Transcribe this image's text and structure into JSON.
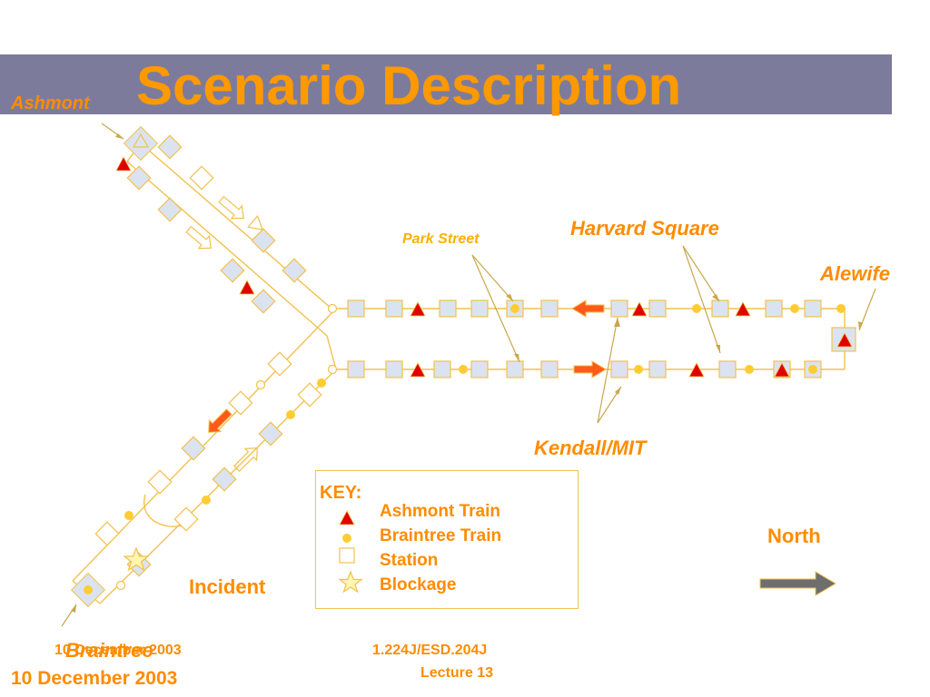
{
  "slide": {
    "title": "Scenario Description",
    "lecture_date": "10 December 2003",
    "course": "1.224J/ESD.204J",
    "lecture": "Lecture 13"
  },
  "labels": {
    "ashmont": "Ashmont",
    "braintree": "Braintree",
    "park_street": "Park Street",
    "harvard_square": "Harvard Square",
    "alewife": "Alewife",
    "kendall_mit": "Kendall/MIT",
    "incident": "Incident",
    "north": "North"
  },
  "key": {
    "title": "KEY:",
    "items": [
      {
        "label": "Ashmont Train",
        "icon": "red-triangle-icon"
      },
      {
        "label": "Braintree Train",
        "icon": "yellow-dot-icon"
      },
      {
        "label": "Station",
        "icon": "station-square-icon"
      },
      {
        "label": "Blockage",
        "icon": "star-icon"
      }
    ]
  },
  "colors": {
    "title_band": "#7d7b9c",
    "title_text": "#ff9900",
    "track": "#f2c14e",
    "station_fill": "#dce3f0",
    "ashmont_train": "#e00000",
    "braintree_train": "#ffcc33",
    "blockage_arrow": "#ff5a1a",
    "north_arrow": "#6e6e6e"
  }
}
